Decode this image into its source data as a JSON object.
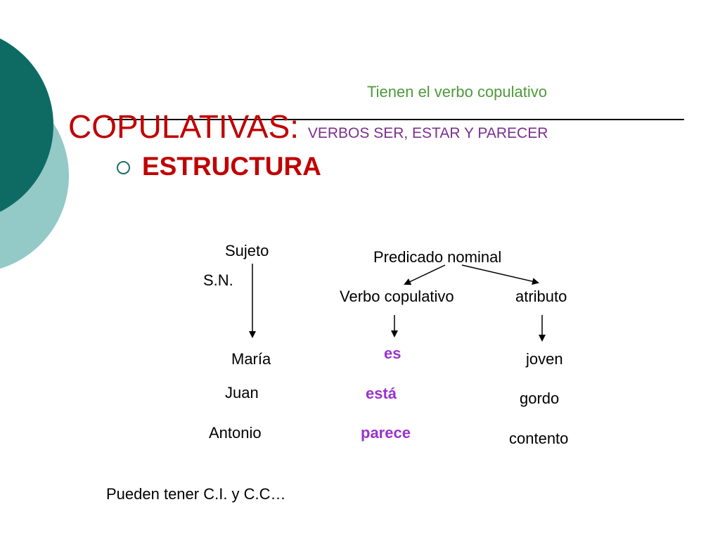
{
  "subtitle": "Tienen el verbo copulativo",
  "title": "COPULATIVAS:",
  "title_suffix": "VERBOS SER, ESTAR Y PARECER",
  "heading": "ESTRUCTURA",
  "colors": {
    "title": "#c00000",
    "subtitle": "#4e9a3a",
    "title_suffix": "#7b2f8f",
    "verbs": "#9933cc",
    "circle_dark": "#0e6b64",
    "circle_light": "#93c9c6"
  },
  "diagram": {
    "subject_label": "Sujeto",
    "subject_sn": "S.N.",
    "predicate_label": "Predicado nominal",
    "verb_label": "Verbo copulativo",
    "attribute_label": "atributo",
    "subjects": [
      "María",
      "Juan",
      "Antonio"
    ],
    "verbs": [
      "es",
      "está",
      "parece"
    ],
    "attributes": [
      "joven",
      "gordo",
      "contento"
    ]
  },
  "footer": "Pueden tener C.I. y C.C…"
}
